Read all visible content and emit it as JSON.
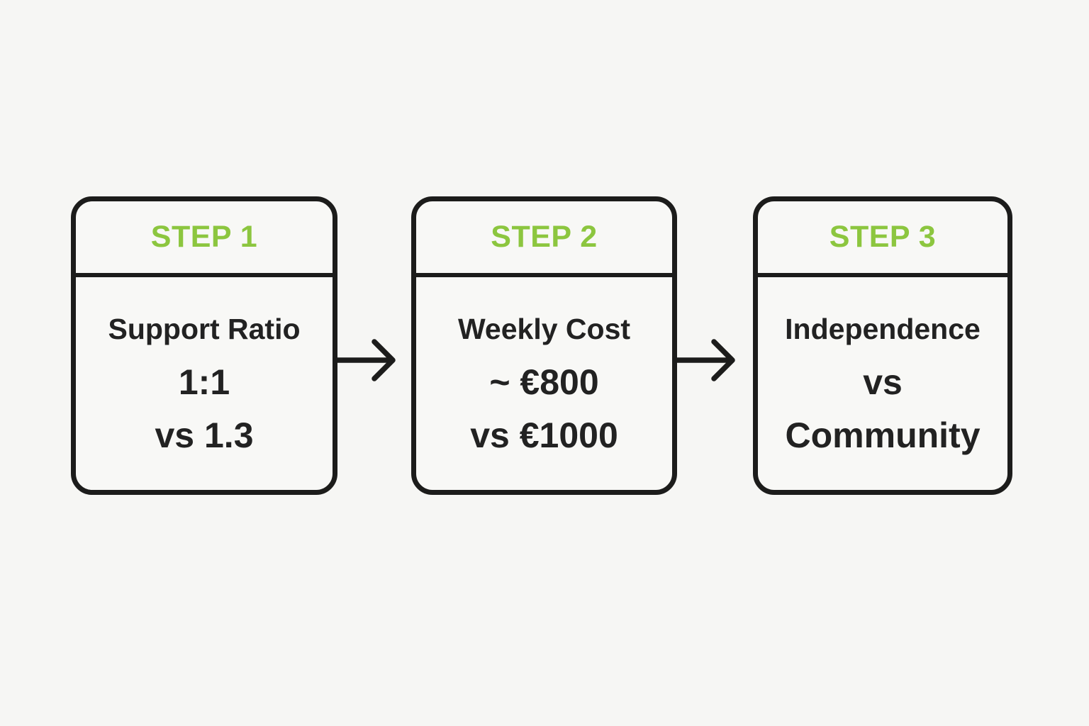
{
  "colors": {
    "accent": "#8cc63f",
    "ink": "#1c1c1b",
    "text": "#222222",
    "background": "#f6f6f4",
    "card": "#f8f8f6"
  },
  "steps": [
    {
      "header": "STEP 1",
      "lines": [
        "Support Ratio",
        "1:1",
        "vs 1.3"
      ]
    },
    {
      "header": "STEP 2",
      "lines": [
        "Weekly Cost",
        "~ €800",
        "vs €1000"
      ]
    },
    {
      "header": "STEP 3",
      "lines": [
        "Independence",
        "vs",
        "Community"
      ]
    }
  ]
}
